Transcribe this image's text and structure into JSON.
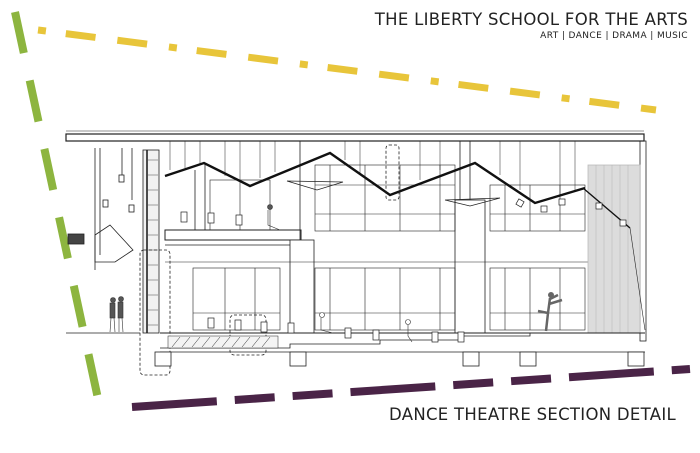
{
  "header": {
    "title": "THE LIBERTY SCHOOL FOR THE ARTS",
    "subtitle": "ART | DANCE | DRAMA | MUSIC"
  },
  "caption": "DANCE THEATRE SECTION DETAIL",
  "colors": {
    "green": "#8db53f",
    "yellow": "#e8c53a",
    "purple": "#4a2447",
    "line": "#222222"
  }
}
